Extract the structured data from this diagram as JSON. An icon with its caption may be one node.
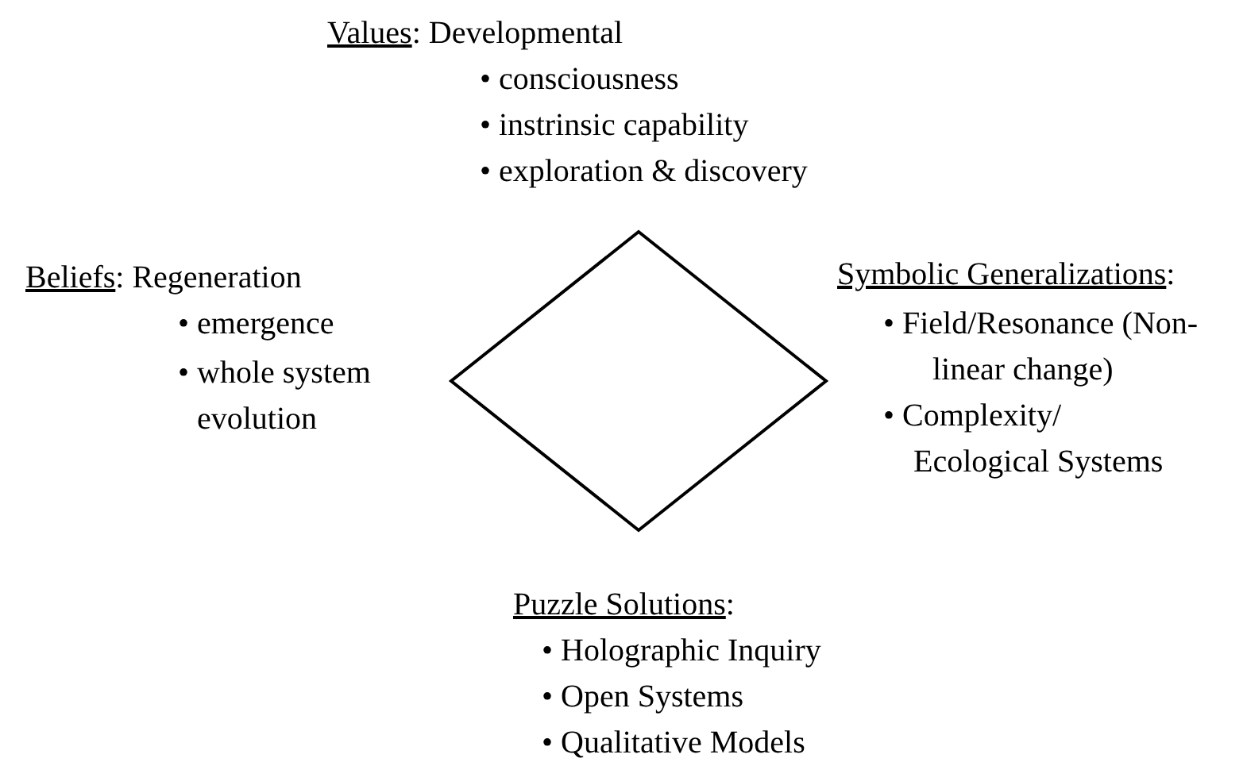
{
  "diagram": {
    "nodes": [
      {
        "text": [],
        "shape": "diamond"
      }
    ],
    "edges": [],
    "labels": [
      "Values: Developmental",
      "• consciousness",
      "• instrinsic capability",
      "• exploration & discovery",
      "Beliefs: Regeneration",
      "• emergence",
      "• whole system evolution",
      "Symbolic Generalizations:",
      "• Field/Resonance (Non-linear change)",
      "• Complexity/ Ecological Systems",
      "Puzzle Solutions:",
      "• Holographic Inquiry",
      "• Open Systems",
      "• Qualitative Models"
    ]
  }
}
